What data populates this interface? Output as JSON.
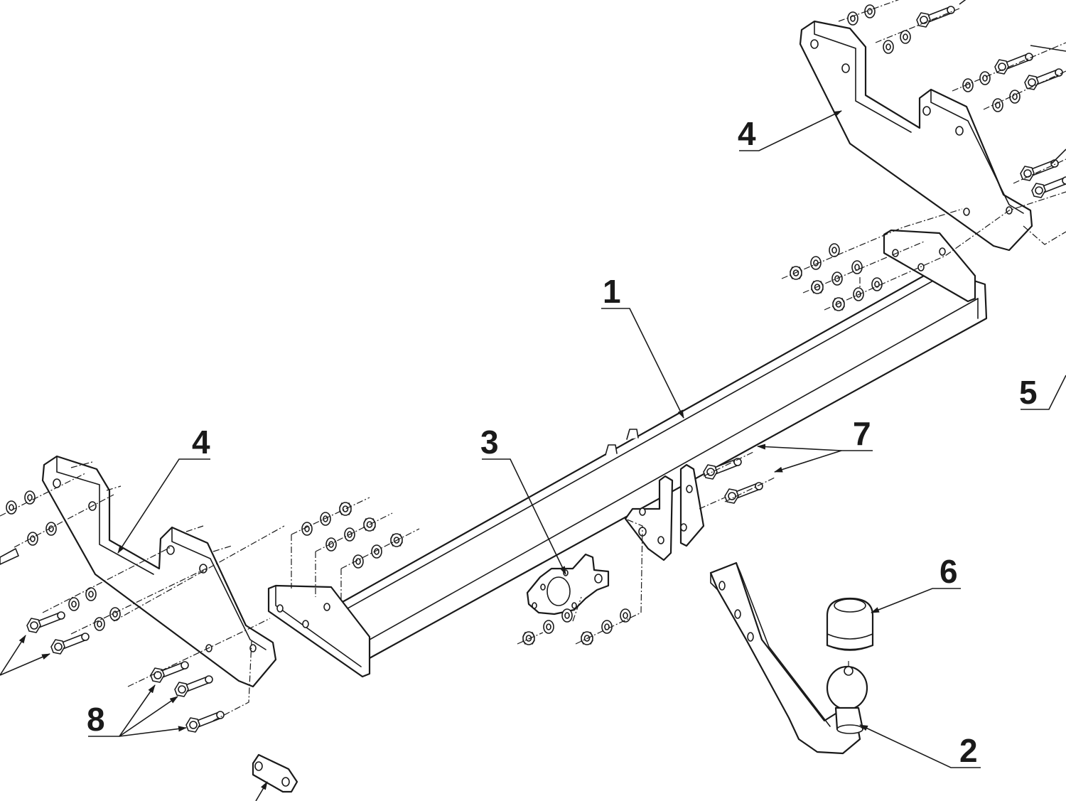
{
  "diagram": {
    "callouts": [
      {
        "id": "c1",
        "label": "1",
        "part": "crossbar"
      },
      {
        "id": "c2",
        "label": "2",
        "part": "tow-ball-neck"
      },
      {
        "id": "c3",
        "label": "3",
        "part": "socket-plate"
      },
      {
        "id": "c4a",
        "label": "4",
        "part": "side-bracket-right"
      },
      {
        "id": "c4b",
        "label": "4",
        "part": "side-bracket-left"
      },
      {
        "id": "c5",
        "label": "5",
        "part": "right-hardware"
      },
      {
        "id": "c6",
        "label": "6",
        "part": "ball-cap"
      },
      {
        "id": "c7",
        "label": "7",
        "part": "neck-bolts"
      },
      {
        "id": "c8",
        "label": "8",
        "part": "bracket-bolts"
      }
    ]
  }
}
